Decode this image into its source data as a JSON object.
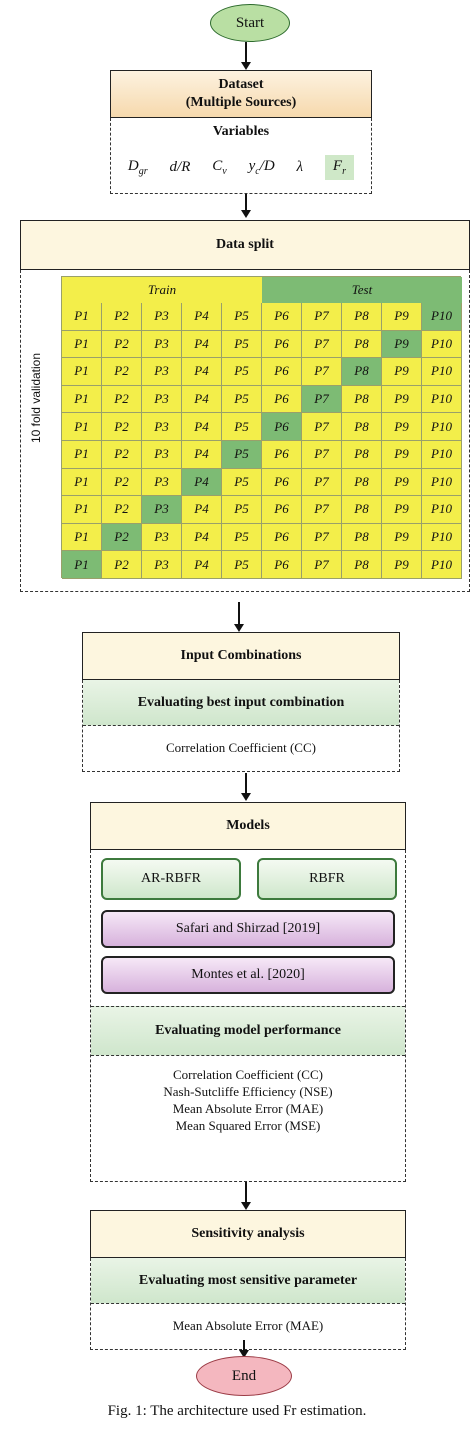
{
  "start_label": "Start",
  "end_label": "End",
  "dataset": {
    "title": "Dataset",
    "subtitle": "(Multiple Sources)",
    "variables_label": "Variables",
    "variables": [
      "D",
      "d/R",
      "C",
      "y",
      "λ",
      "F"
    ],
    "var_subs": [
      "gr",
      "",
      "v",
      "c",
      "",
      "r"
    ],
    "var_tail": [
      "",
      "",
      "",
      "/D",
      "",
      ""
    ]
  },
  "data_split": {
    "title": "Data split",
    "train_label": "Train",
    "test_label": "Test",
    "rotated_label": "10 fold validation",
    "partitions": [
      "P1",
      "P2",
      "P3",
      "P4",
      "P5",
      "P6",
      "P7",
      "P8",
      "P9",
      "P10"
    ],
    "test_fold_index_by_row": [
      9,
      8,
      7,
      6,
      5,
      4,
      3,
      2,
      1,
      0
    ]
  },
  "input_combinations": {
    "title": "Input Combinations",
    "evaluating": "Evaluating best input combination",
    "metric": "Correlation Coefficient (CC)"
  },
  "models": {
    "title": "Models",
    "model_buttons": [
      "AR-RBFR",
      "RBFR"
    ],
    "references": [
      "Safari and Shirzad [2019]",
      "Montes et al. [2020]"
    ],
    "evaluating": "Evaluating model performance",
    "metrics": [
      "Correlation Coefficient (CC)",
      "Nash-Sutcliffe Efficiency (NSE)",
      "Mean Absolute Error (MAE)",
      "Mean Squared Error (MSE)"
    ]
  },
  "sensitivity": {
    "title": "Sensitivity analysis",
    "evaluating": "Evaluating most sensitive parameter",
    "metric": "Mean Absolute Error (MAE)"
  },
  "caption": "Fig. 1: The architecture used Fr estimation.",
  "colors": {
    "grid_yellow": "#f3ee4a",
    "grid_green": "#7dbb74",
    "start_green": "#b9dfa3",
    "end_pink": "#f4b7bf",
    "reference_purple": "#d7b2dc"
  }
}
